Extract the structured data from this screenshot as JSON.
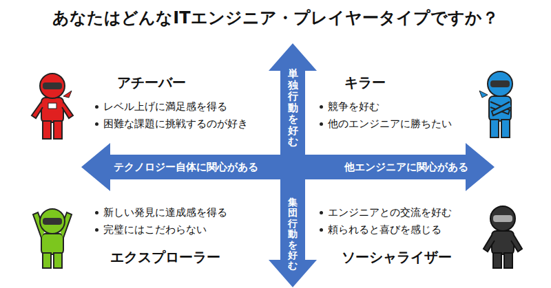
{
  "diagram": {
    "title": "あなたはどんなITエンジニア・プレイヤータイプですか？",
    "nodes": [
      {
        "text": [
          "テクノロジー自体に関心がある",
          "他エンジニアに関心がある"
        ]
      },
      {
        "text": [
          "単独行動を好む",
          "集団行動を好む"
        ]
      }
    ],
    "labels": [
      "アチーバー",
      "レベル上げに満足感を得る",
      "困難な課題に挑戦するのが好き",
      "キラー",
      "競争を好む",
      "他のエンジニアに勝ちたい",
      "新しい発見に達成感を得る",
      "完璧にはこだわらない",
      "エクスプローラー",
      "エンジニアとの交流を好む",
      "頼られると喜びを感じる",
      "ソーシャライザー"
    ]
  }
}
